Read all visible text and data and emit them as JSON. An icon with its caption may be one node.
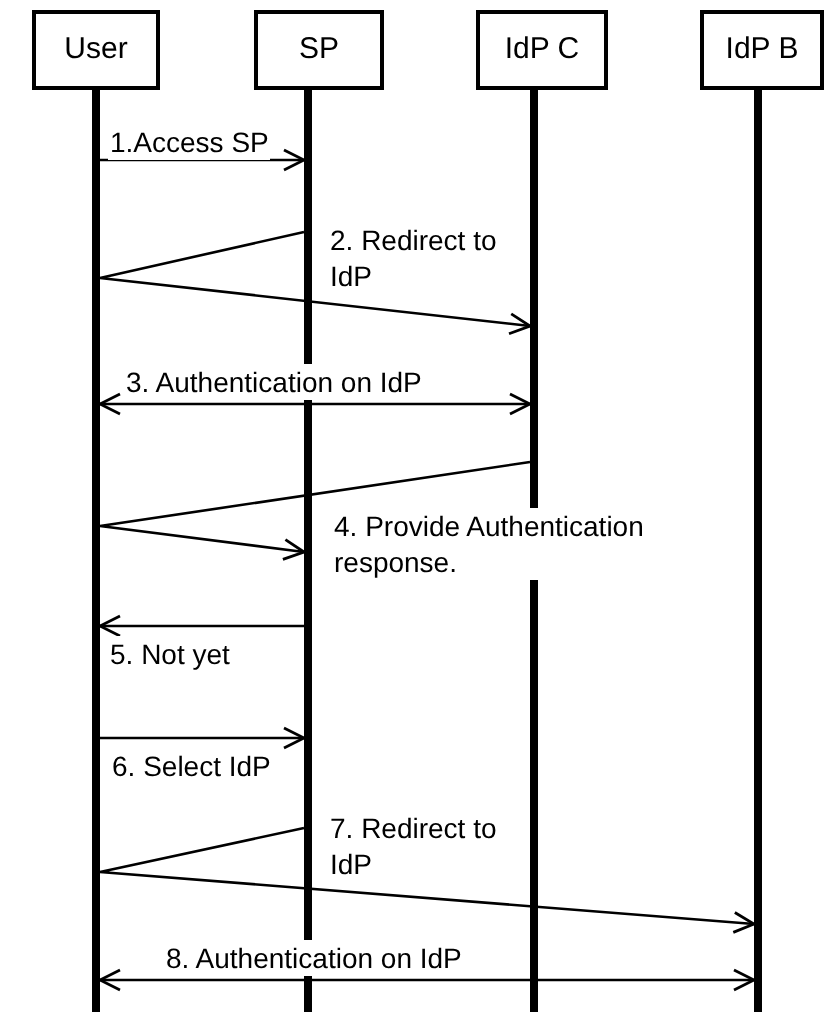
{
  "diagram": {
    "nodes": [
      {
        "text": [
          "User"
        ]
      },
      {
        "text": [
          "SP"
        ]
      },
      {
        "text": [
          "IdP C"
        ]
      },
      {
        "text": [
          "IdP B"
        ]
      },
      {
        "text": [],
        "shape": "bar"
      },
      {
        "text": [],
        "shape": "bar"
      },
      {
        "text": [],
        "shape": "bar"
      },
      {
        "text": [],
        "shape": "bar"
      }
    ],
    "edges": [
      {
        "from": 4,
        "to": 5,
        "arrow": "to",
        "label": "1.Access SP"
      },
      {
        "from": 5,
        "to": 6,
        "arrow": "to",
        "label": "2. Redirect to IdP"
      },
      {
        "from": 4,
        "to": 6,
        "arrow": "both",
        "label": "3. Authentication on IdP"
      },
      {
        "from": 6,
        "to": 5,
        "arrow": "to",
        "label": "4. Provide Authentication response."
      },
      {
        "from": 5,
        "to": 4,
        "arrow": "to",
        "label": "5. Not yet"
      },
      {
        "from": 4,
        "to": 5,
        "arrow": "to",
        "label": "6. Select IdP"
      },
      {
        "from": 5,
        "to": 7,
        "arrow": "to",
        "label": "7. Redirect to IdP"
      },
      {
        "from": 4,
        "to": 7,
        "arrow": "both",
        "label": "8. Authentication on IdP"
      }
    ]
  }
}
